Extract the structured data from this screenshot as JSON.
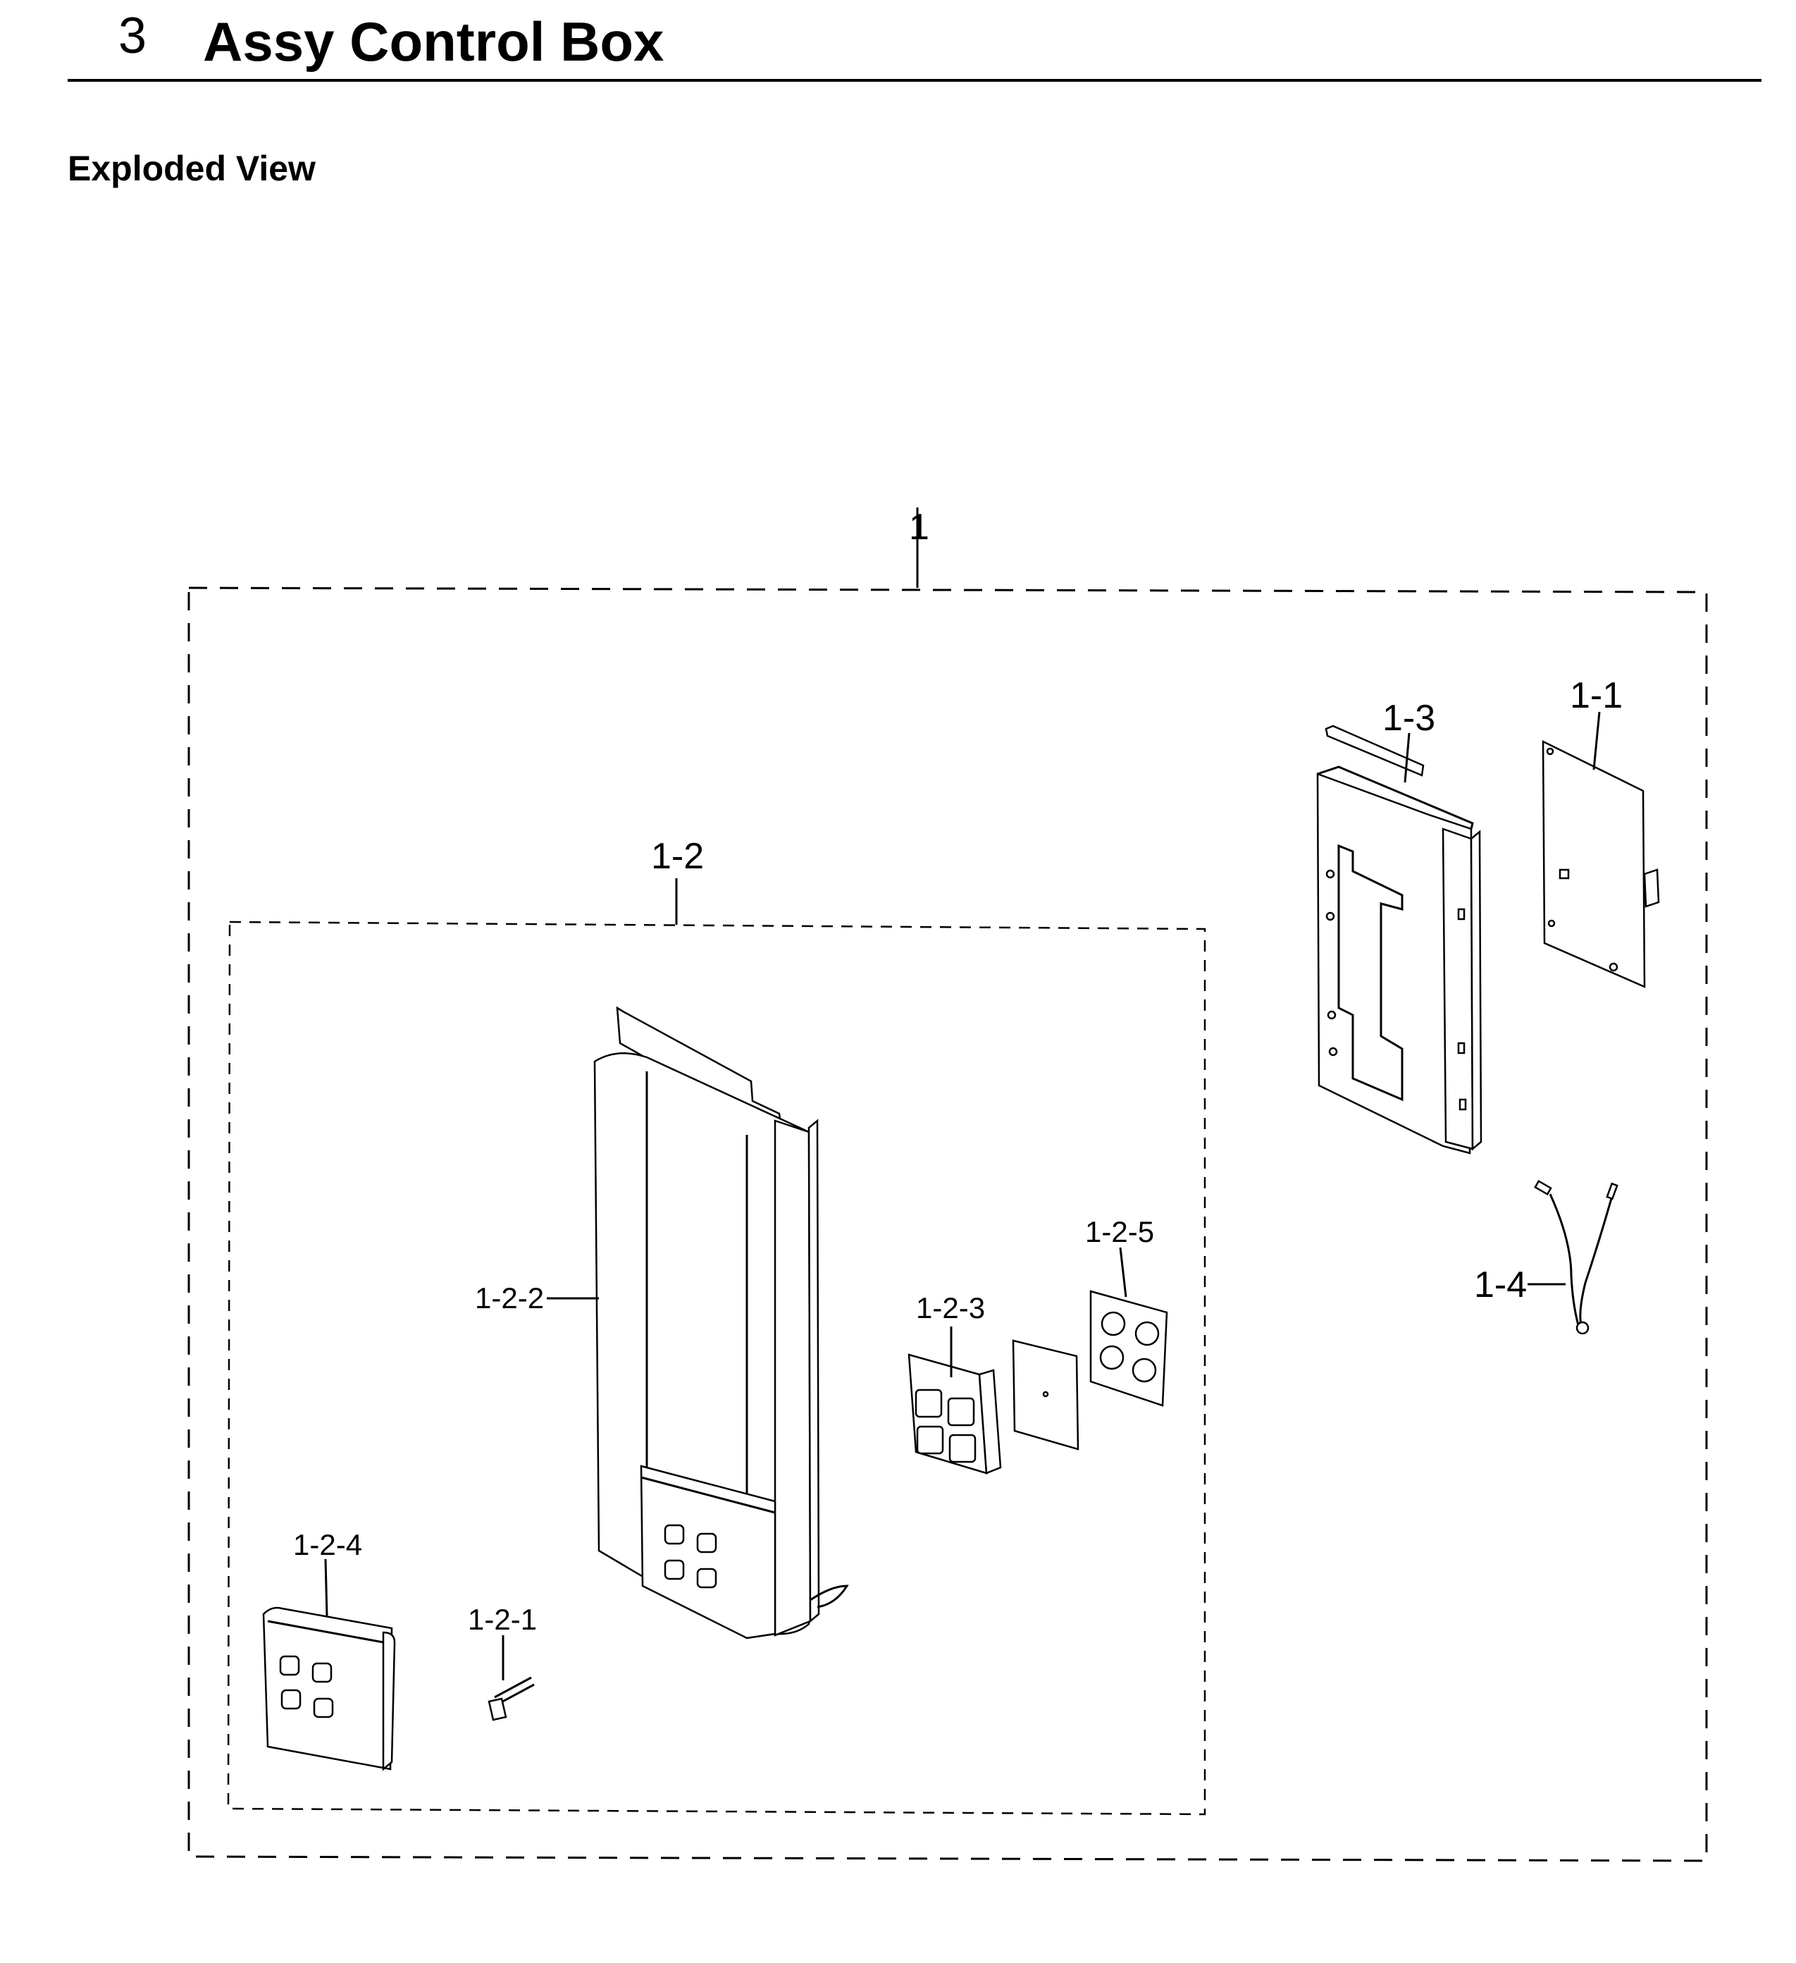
{
  "header": {
    "section_number": "3",
    "section_title": "Assy Control Box",
    "subheading": "Exploded View"
  },
  "diagram": {
    "callouts": {
      "assembly": "1",
      "pcb": "1-1",
      "control_panel_assy": "1-2",
      "case": "1-3",
      "wire_harness": "1-4",
      "spring": "1-2-1",
      "cover_front": "1-2-2",
      "button_block": "1-2-3",
      "deco_panel": "1-2-4",
      "board_small": "1-2-5"
    }
  }
}
